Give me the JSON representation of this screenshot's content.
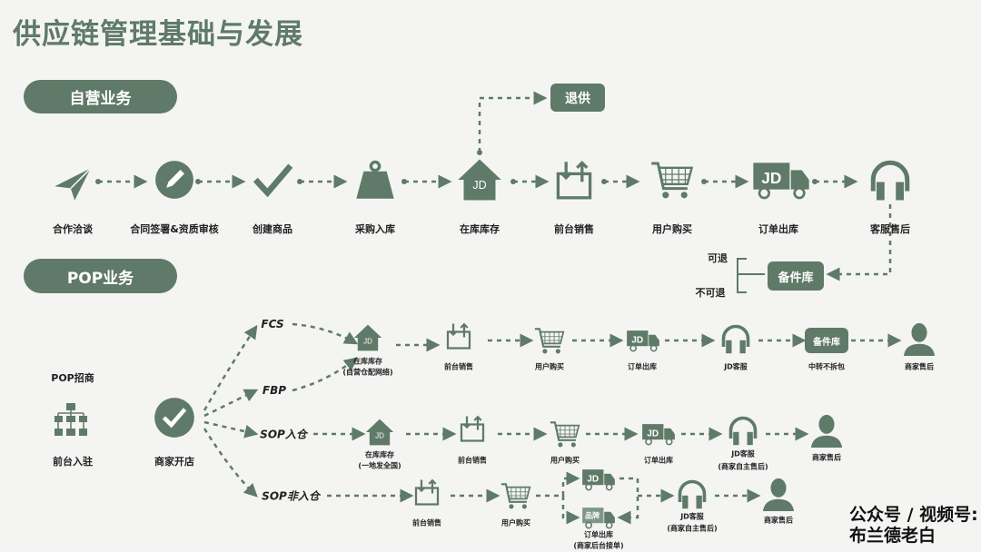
{
  "title": "供应链管理基础与发展",
  "colors": {
    "accent": "#5f7a68",
    "background": "#f4f5f3"
  },
  "self_operated": {
    "header": "自营业务",
    "steps": [
      "合作洽谈",
      "合同签署&资质审核",
      "创建商品",
      "采购入库",
      "在库库存",
      "前台销售",
      "用户购买",
      "订单出库",
      "客服售后"
    ],
    "return_supply": "退供",
    "spare_warehouse": "备件库",
    "returnable": "可退",
    "non_returnable": "不可退",
    "jd_text": "JD"
  },
  "pop": {
    "header": "POP业务",
    "recruit": "POP招商",
    "onboard": "前台入驻",
    "open_store": "商家开店",
    "channels": [
      "FCS",
      "FBP",
      "SOP入仓",
      "SOP非入仓"
    ],
    "row1": {
      "inventory": "在库库存",
      "inventory_note": "(自营仓配网络)",
      "sales": "前台销售",
      "purchase": "用户购买",
      "outbound": "订单出库",
      "service": "JD客服",
      "spare": "备件库",
      "spare_note": "中转不拆包",
      "after_sales": "商家售后"
    },
    "row2": {
      "inventory": "在库库存",
      "inventory_note": "(一地发全国)",
      "sales": "前台销售",
      "purchase": "用户购买",
      "outbound": "订单出库",
      "service": "JD客服",
      "service_note": "(商家自主售后)",
      "after_sales": "商家售后"
    },
    "row3": {
      "sales": "前台销售",
      "purchase": "用户购买",
      "brand": "品牌",
      "outbound": "订单出库",
      "outbound_note": "(商家后台接单)",
      "service": "JD客服",
      "service_note": "(商家自主售后)",
      "after_sales": "商家售后"
    }
  },
  "watermark": {
    "line1": "公众号 / 视频号:",
    "line2": "布兰德老白"
  }
}
